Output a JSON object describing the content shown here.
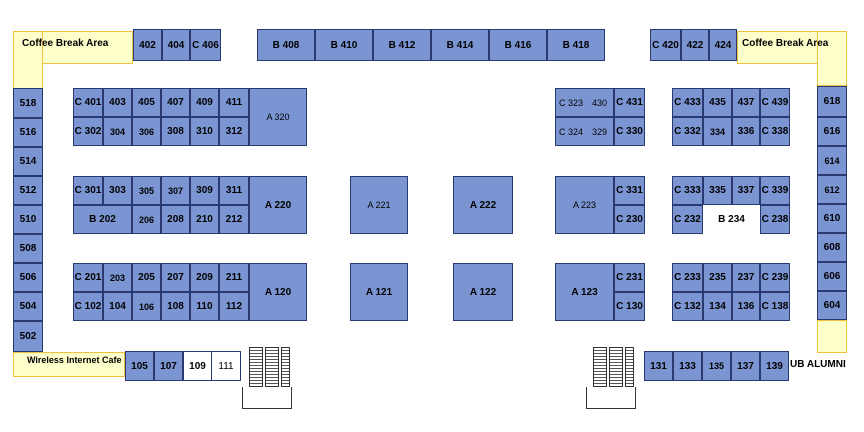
{
  "colors": {
    "booth": "#7b95d3",
    "booth_border": "#2a3a70",
    "open_booth": "#ffffff",
    "corridor": "#ffffcc",
    "corridor_border": "#f0c040"
  },
  "labels": {
    "coffee_left": "Coffee Break Area",
    "coffee_right": "Coffee Break Area",
    "wifi": "Wireless Internet Cafe",
    "alumni": "UB ALUMNI"
  },
  "booths": {
    "top_left": [
      "402",
      "404",
      "C 406"
    ],
    "top_center": [
      "B 408",
      "B 410",
      "B 412",
      "B 414",
      "B 416",
      "B 418"
    ],
    "top_right": [
      "C 420",
      "422",
      "424"
    ],
    "left_wall": [
      "518",
      "516",
      "514",
      "512",
      "510",
      "508",
      "506",
      "504",
      "502"
    ],
    "right_wall": [
      "618",
      "616",
      "614",
      "612",
      "610",
      "608",
      "606",
      "604"
    ],
    "row_400": [
      "C 401",
      "403",
      "405",
      "407",
      "409",
      "411"
    ],
    "row_300": [
      "C 302",
      "304",
      "306",
      "308",
      "310",
      "312"
    ],
    "a320": "A 320",
    "row_301": [
      "C 301",
      "303",
      "305",
      "307",
      "309",
      "311"
    ],
    "b202": "B 202",
    "row_206": [
      "206",
      "208",
      "210",
      "212"
    ],
    "a220": "A 220",
    "row_201": [
      "C 201",
      "203",
      "205",
      "207",
      "209",
      "211"
    ],
    "row_102": [
      "C 102",
      "104",
      "106",
      "108",
      "110",
      "112"
    ],
    "a120": "A 120",
    "a221": "A 221",
    "a222": "A 222",
    "a121": "A 121",
    "a122": "A 122",
    "c323": "C 323",
    "b430": "430",
    "c431": "C 431",
    "c324": "C 324",
    "b329": "329",
    "c330": "C 330",
    "a223": "A 223",
    "c331": "C 331",
    "c230": "C 230",
    "a123": "A 123",
    "c231": "C 231",
    "c130": "C 130",
    "right_row_433": [
      "C 433",
      "435",
      "437",
      "C 439"
    ],
    "right_row_332": [
      "C 332",
      "334",
      "336",
      "C 338"
    ],
    "right_row_333": [
      "C 333",
      "335",
      "337",
      "C 339"
    ],
    "c232": "C 232",
    "b234": "B 234",
    "c238": "C 238",
    "right_row_233": [
      "C 233",
      "235",
      "237",
      "C 239"
    ],
    "right_row_132": [
      "C 132",
      "134",
      "136",
      "C 138"
    ],
    "bottom_left": [
      "105",
      "107",
      "109",
      "111"
    ],
    "bottom_right": [
      "131",
      "133",
      "135",
      "137",
      "139"
    ]
  }
}
